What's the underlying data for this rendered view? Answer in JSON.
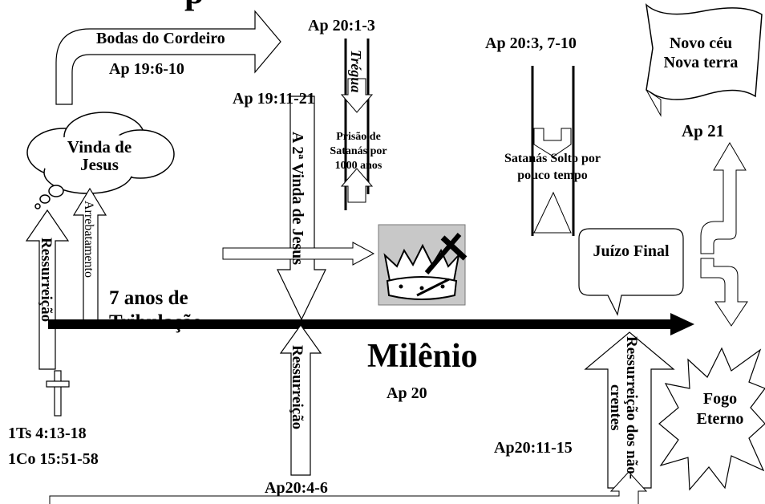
{
  "diagram": {
    "title_fragment": "p",
    "wedding": {
      "title": "Bodas do Cordeiro",
      "ref": "Ap 19:6-10"
    },
    "coming": {
      "label": "Vinda de Jesus",
      "rapture": "Arrebatamento",
      "resurrection": "Ressurreição"
    },
    "refs_left": [
      "1Ts 4:13-18",
      "1Co 15:51-58"
    ],
    "tribulation": "7 anos de Tribulação",
    "second_coming": {
      "ref": "Ap 19:11-21",
      "label": "A 2ª Vinda de Jesus"
    },
    "binding": {
      "ref": "Ap 20:1-3",
      "truce": "Trégua",
      "label": "Prisão de Satanás por 1000 anos"
    },
    "loosed": {
      "ref": "Ap 20:3, 7-10",
      "label": "Satanás Solto por pouco tempo"
    },
    "millennium": {
      "title": "Milênio",
      "ref": "Ap 20"
    },
    "mid_resurrection": {
      "label": "Ressurreição",
      "ref": "Ap20:4-6"
    },
    "final_judgment": "Juízo Final",
    "unbelievers": {
      "label": "Ressurreição dos não-crentes",
      "ref": "Ap20:11-15"
    },
    "new_heaven": {
      "label": "Novo céu Nova terra",
      "ref": "Ap 21"
    },
    "eternal_fire": "Fogo Eterno",
    "crown_icon": "crown-with-cross-icon"
  }
}
